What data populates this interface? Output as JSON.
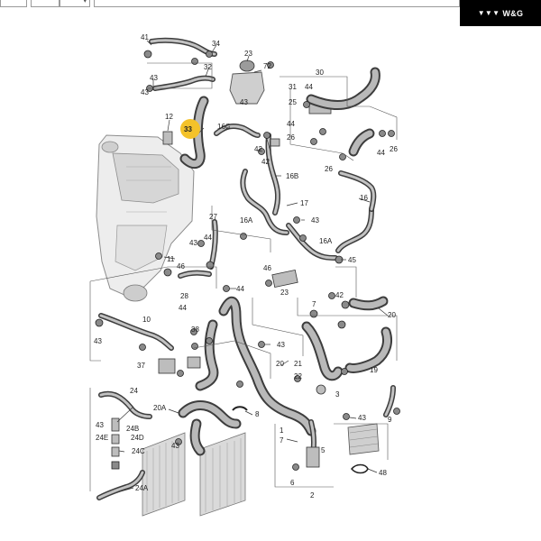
{
  "brand": {
    "mark": "▼▼▼",
    "name": "W&G"
  },
  "highlight_color": "#f4c22a",
  "callouts": {
    "c41": "41",
    "c34": "34",
    "c23": "23",
    "c32": "32",
    "c43a": "43",
    "c43b": "43",
    "c43c": "43",
    "c72": "72",
    "c30": "30",
    "c31": "31",
    "c44a": "44",
    "c25": "25",
    "c12": "12",
    "c33": "33",
    "c16C": "16C",
    "c44b": "44",
    "c26a": "26",
    "c42a": "42",
    "c44c": "44",
    "c26b": "26",
    "c26c": "26",
    "c42b": "42",
    "c16B": "16B",
    "c17": "17",
    "c16": "16",
    "c27": "27",
    "c16A": "16A",
    "c43d": "43",
    "c45": "45",
    "c44d": "44",
    "c43e": "43",
    "c11": "11",
    "c46": "46",
    "c46b": "46",
    "c23b": "23",
    "c7": "7",
    "c42c": "42",
    "c28": "28",
    "c44e": "44",
    "c20": "20",
    "c44f": "44",
    "c10": "10",
    "c43f": "43",
    "c38": "38",
    "c43g": "43",
    "c37": "37",
    "c19": "19",
    "c20b": "20",
    "c21": "21",
    "c22": "22",
    "c3": "3",
    "c24": "24",
    "c20A": "20A",
    "c8": "8",
    "c43h": "43",
    "c9": "9",
    "c24B": "24B",
    "c24E": "24E",
    "c24D": "24D",
    "c24C": "24C",
    "c43i": "43",
    "c43j": "43",
    "c1": "1",
    "c7b": "7",
    "c5": "5",
    "c6": "6",
    "c48": "48",
    "c2": "2",
    "c24A": "24A"
  }
}
